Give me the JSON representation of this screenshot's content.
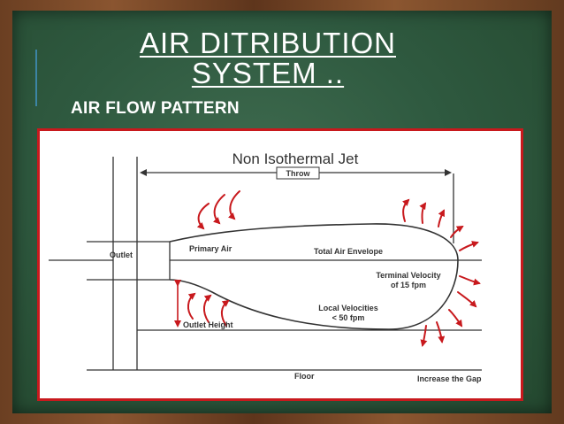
{
  "slide": {
    "title_line1": "AIR DITRIBUTION",
    "title_line2": "SYSTEM ..",
    "subtitle": "AIR FLOW PATTERN"
  },
  "diagram": {
    "heading": "Non Isothermal Jet",
    "labels": {
      "throw": "Throw",
      "outlet": "Outlet",
      "primary_air": "Primary Air",
      "total_air_envelope": "Total Air Envelope",
      "terminal_velocity_1": "Terminal Velocity",
      "terminal_velocity_2": "of 15 fpm",
      "local_velocities_1": "Local  Velocities",
      "local_velocities_2": "< 50 fpm",
      "outlet_height": "Outlet Height",
      "floor": "Floor",
      "increase_gap": "Increase the Gap"
    },
    "colors": {
      "arrow": "#c8191d",
      "line": "#222222",
      "text": "#333333"
    }
  }
}
